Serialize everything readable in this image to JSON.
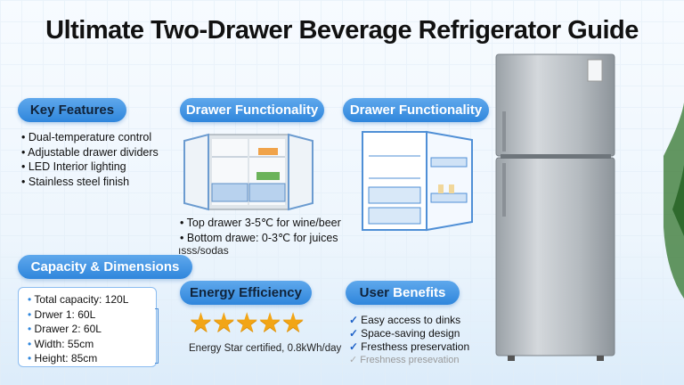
{
  "title": "Ultimate Two-Drawer Beverage Refrigerator Guide",
  "key_features": {
    "label": "Key Features",
    "items": [
      "Dual-temperature control",
      "Adjustable drawer dividers",
      "LED Interior lighting",
      "Stainless steel finish"
    ]
  },
  "drawer_functionality_1": {
    "label": "Drawer Functionality",
    "items": [
      "Top drawer 3-5℃ for wine/beer",
      "Bottom drawe: 0-3℃ for juices"
    ],
    "trailing": "ısѕѕ/sodas"
  },
  "drawer_functionality_2": {
    "label": "Drawer Functionality"
  },
  "capacity": {
    "label": "Capacity & Dimensions",
    "items": [
      "Total capacity: 120L",
      "Drwer 1: 60L",
      "Drawer 2: 60L",
      "Width: 55cm",
      "Height: 85cm"
    ]
  },
  "energy": {
    "label": "Energy Efficiency",
    "rating": 5,
    "max_rating": 5,
    "stars": "★★★★★",
    "caption": "Energy Star certified, 0.8kWh/day"
  },
  "benefits": {
    "label_1": "User",
    "label_2": "Benefits",
    "check": "✓",
    "items": [
      "Easy access to dinks",
      "Space-saving design",
      "Fresthess preservation"
    ],
    "faded": "Freshness presevation"
  },
  "colors": {
    "accent": "#2f86dc",
    "star": "#f2a516",
    "check": "#1f62c8"
  }
}
